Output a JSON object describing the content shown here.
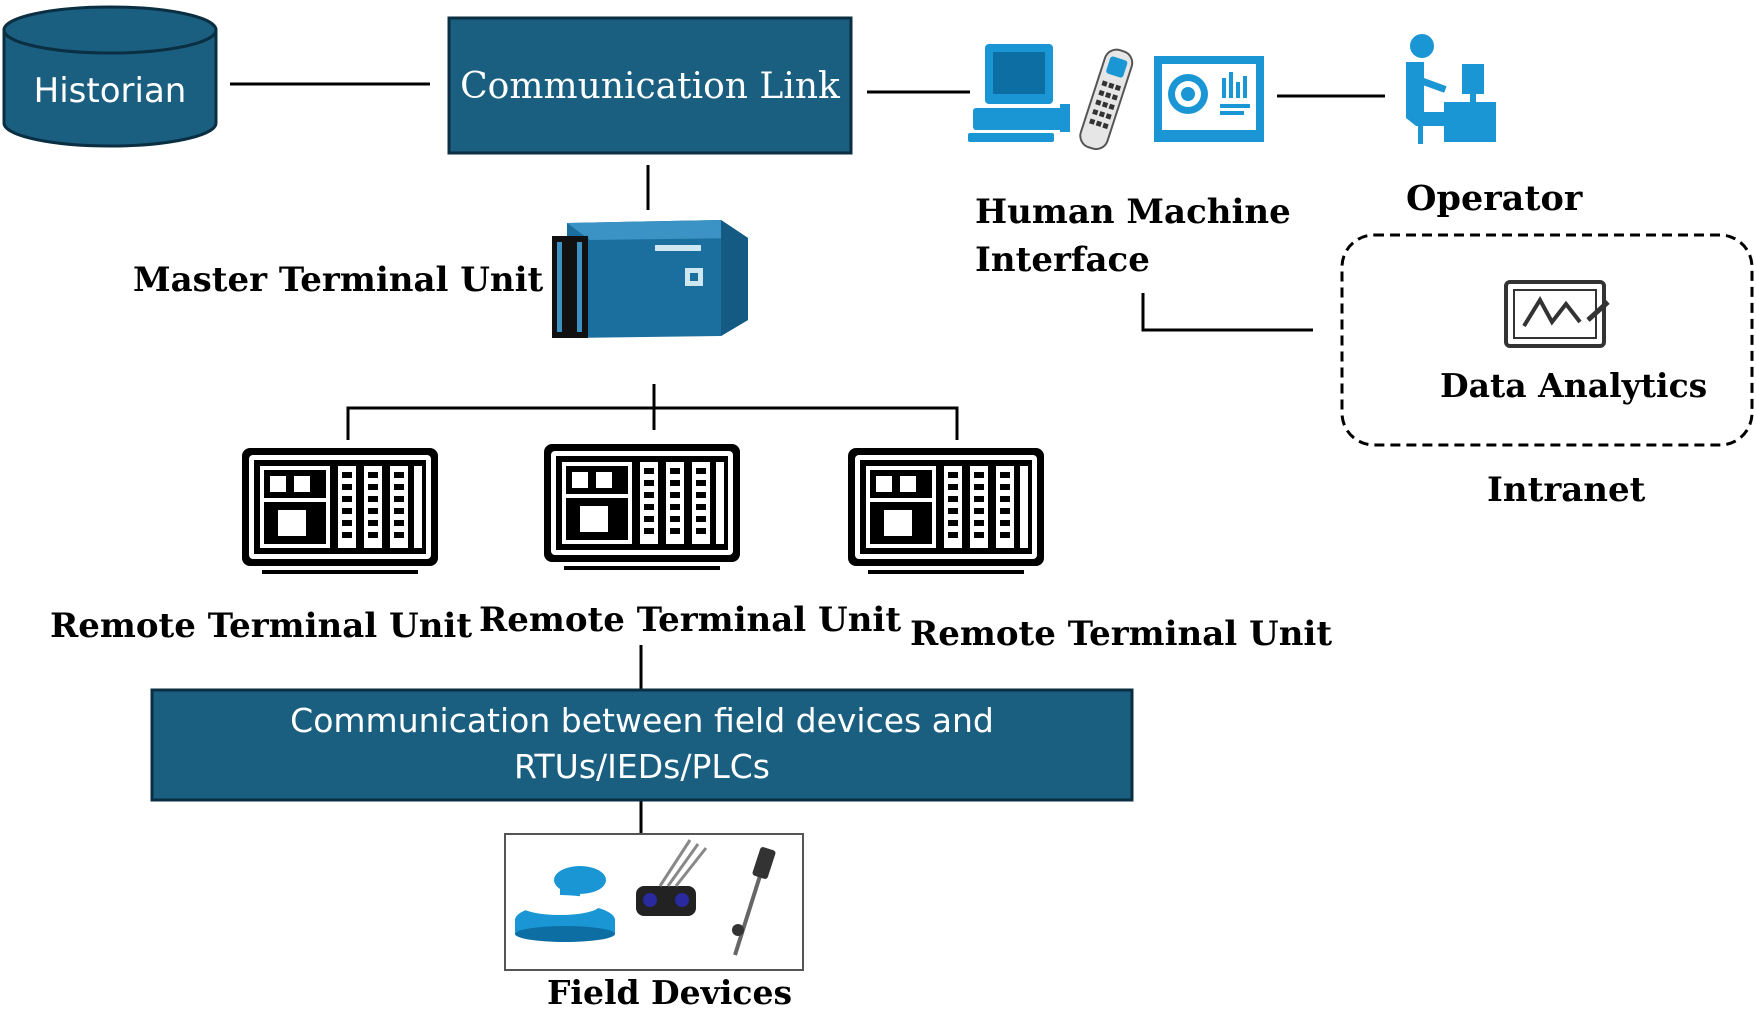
{
  "nodes": {
    "historian": "Historian",
    "comm_link": "Communication  Link",
    "hmi_line1": "Human  Machine",
    "hmi_line2": "Interface",
    "operator": "Operator",
    "data_analytics": "Data Analytics",
    "intranet": "Intranet",
    "mtu": "Master Terminal Unit",
    "rtu_1": "Remote Terminal  Unit",
    "rtu_2": "Remote Terminal  Unit",
    "rtu_3": "Remote Terminal  Unit",
    "field_comm_line1": "Communication between field devices and",
    "field_comm_line2": "RTUs/IEDs/PLCs",
    "field_devices": "Field Devices"
  },
  "colors": {
    "box_fill": "#1b5f80",
    "icon_blue": "#1a96d4",
    "line": "#000000"
  },
  "icons": [
    "database-icon",
    "computer-icon",
    "remote-control-icon",
    "monitor-dashboard-icon",
    "operator-icon",
    "analytics-tablet-icon",
    "server-icon",
    "rtu-rack-icon",
    "sensor-icon"
  ]
}
